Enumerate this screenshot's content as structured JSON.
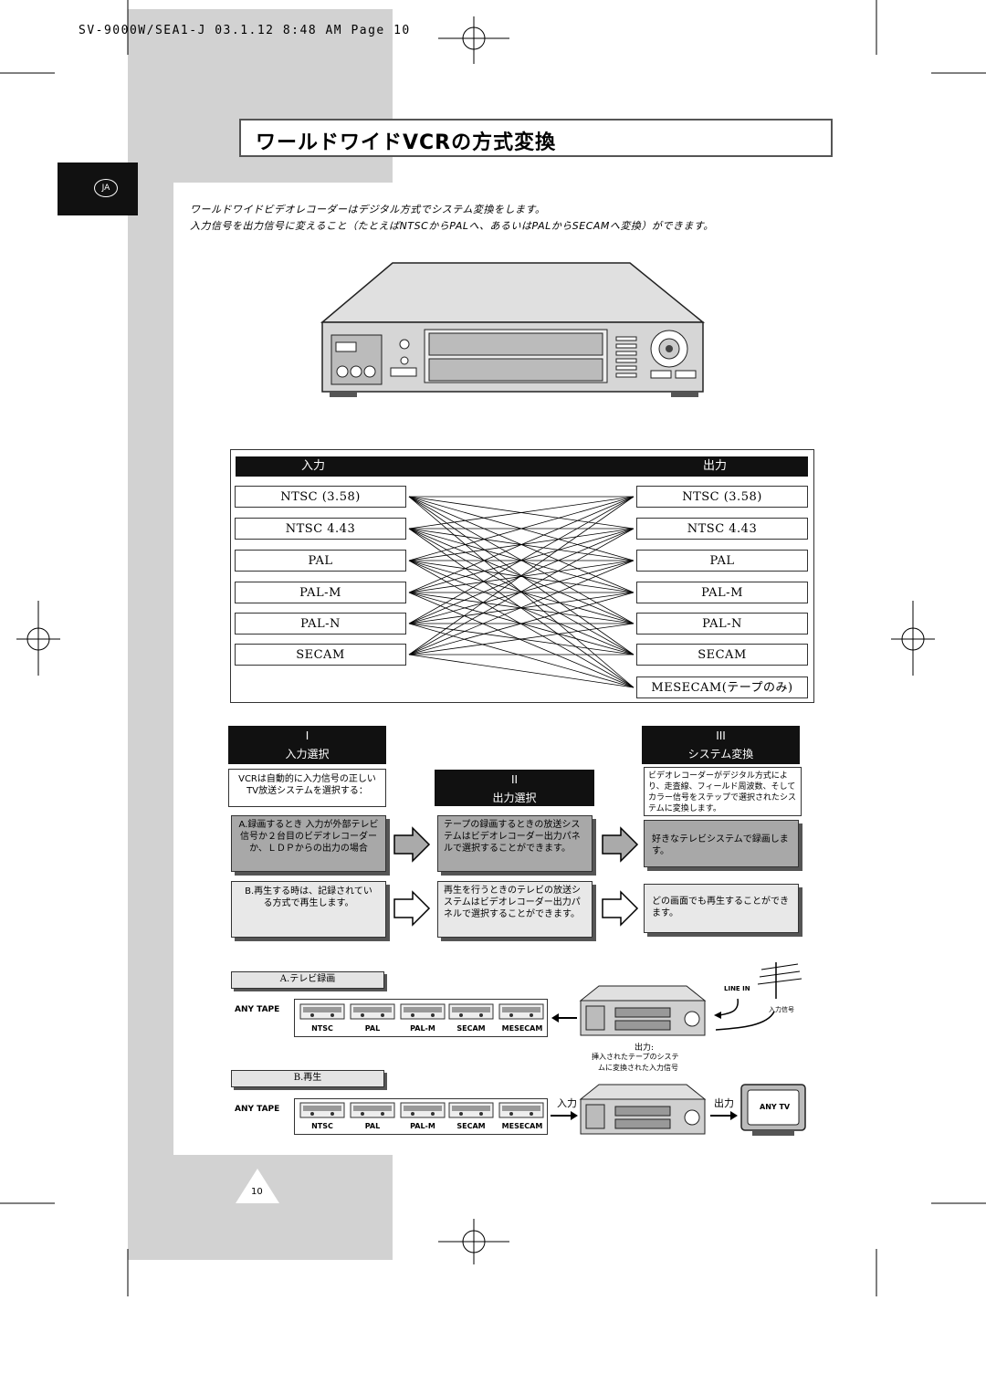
{
  "header": {
    "text": "SV-9000W/SEA1-J  03.1.12  8:48 AM  Page 10"
  },
  "title": "ワールドワイドVCRの方式変換",
  "language_badge": "JA",
  "intro": {
    "line1": "ワールドワイドビデオレコーダーはデジタル方式でシステム変換をします。",
    "line2": "入力信号を出力信号に変えること（たとえばNTSCからPALへ、あるいはPALからSECAMへ変換）ができます。"
  },
  "conversion": {
    "input_header": "入力",
    "output_header": "出力",
    "inputs": [
      "NTSC (3.58)",
      "NTSC 4.43",
      "PAL",
      "PAL-M",
      "PAL-N",
      "SECAM"
    ],
    "outputs": [
      "NTSC (3.58)",
      "NTSC 4.43",
      "PAL",
      "PAL-M",
      "PAL-N",
      "SECAM",
      "MESECAM(テープのみ)"
    ]
  },
  "steps": {
    "step1": {
      "numeral": "I",
      "title": "入力選択",
      "desc": "VCRは自動的に入力信号の正しいTV放送システムを選択する：",
      "a": "A.録画するとき 入力が外部テレビ信号か２台目のビデオレコーダーか、ＬＤＰからの出力の場合",
      "b": "B.再生する時は、記録されている方式で再生します。"
    },
    "step2": {
      "numeral": "II",
      "title": "出力選択",
      "a": "テープの録画するときの放送システムはビデオレコーダー出力パネルで選択することができます。",
      "b": "再生を行うときのテレビの放送システムはビデオレコーダー出力パネルで選択することができます。"
    },
    "step3": {
      "numeral": "III",
      "title": "システム変換",
      "desc": "ビデオレコーダーがデジタル方式により、走査線、フィールド周波数、そしてカラー信号をステップで選択されたシステムに変換します。",
      "a": "好きなテレビシステムで録画します。",
      "b": "どの画面でも再生することができます。"
    }
  },
  "recording": {
    "label": "A.テレビ録画",
    "any_tape": "ANY TAPE",
    "tapes": [
      "NTSC",
      "PAL",
      "PAL-M",
      "SECAM",
      "MESECAM"
    ],
    "line_in": "LINE IN",
    "input_signal": "入力信号",
    "output_label": "出力:",
    "output_desc1": "挿入されたテープのシステ",
    "output_desc2": "ムに変換された入力信号"
  },
  "playback": {
    "label": "B.再生",
    "any_tape": "ANY TAPE",
    "tapes": [
      "NTSC",
      "PAL",
      "PAL-M",
      "SECAM",
      "MESECAM"
    ],
    "input_label": "入力",
    "output_label": "出力",
    "tv_label": "ANY TV"
  },
  "page_number": "10"
}
